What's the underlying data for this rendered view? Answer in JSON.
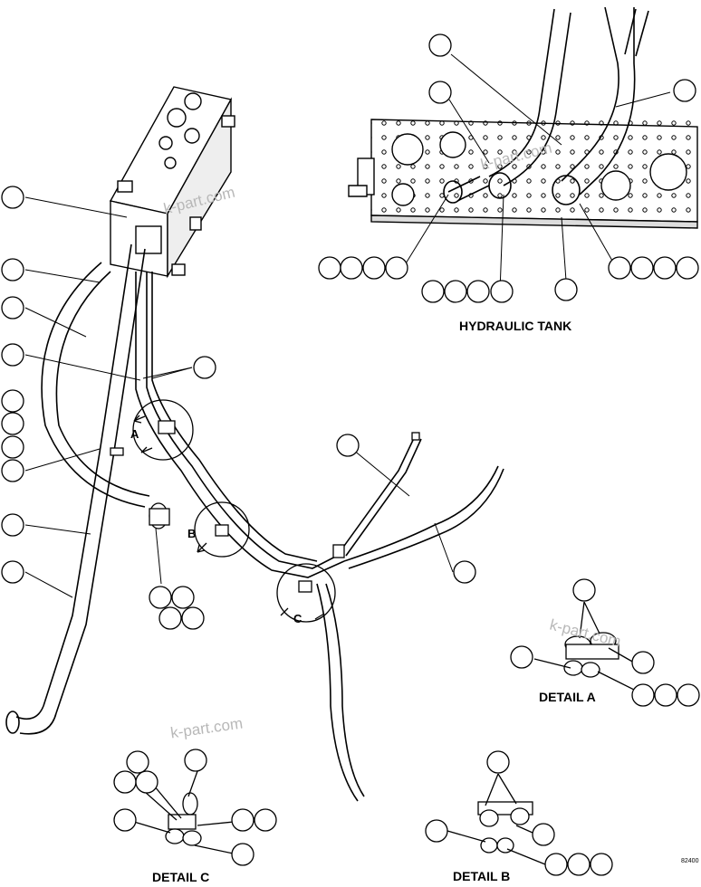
{
  "labels": {
    "hydraulic_tank": "HYDRAULIC TANK",
    "detail_a": "DETAIL A",
    "detail_b": "DETAIL B",
    "detail_c": "DETAIL C"
  },
  "callout_letters": {
    "a": "A",
    "b": "B",
    "c": "C"
  },
  "watermark": "k-part.com",
  "drawing_code": "82400"
}
